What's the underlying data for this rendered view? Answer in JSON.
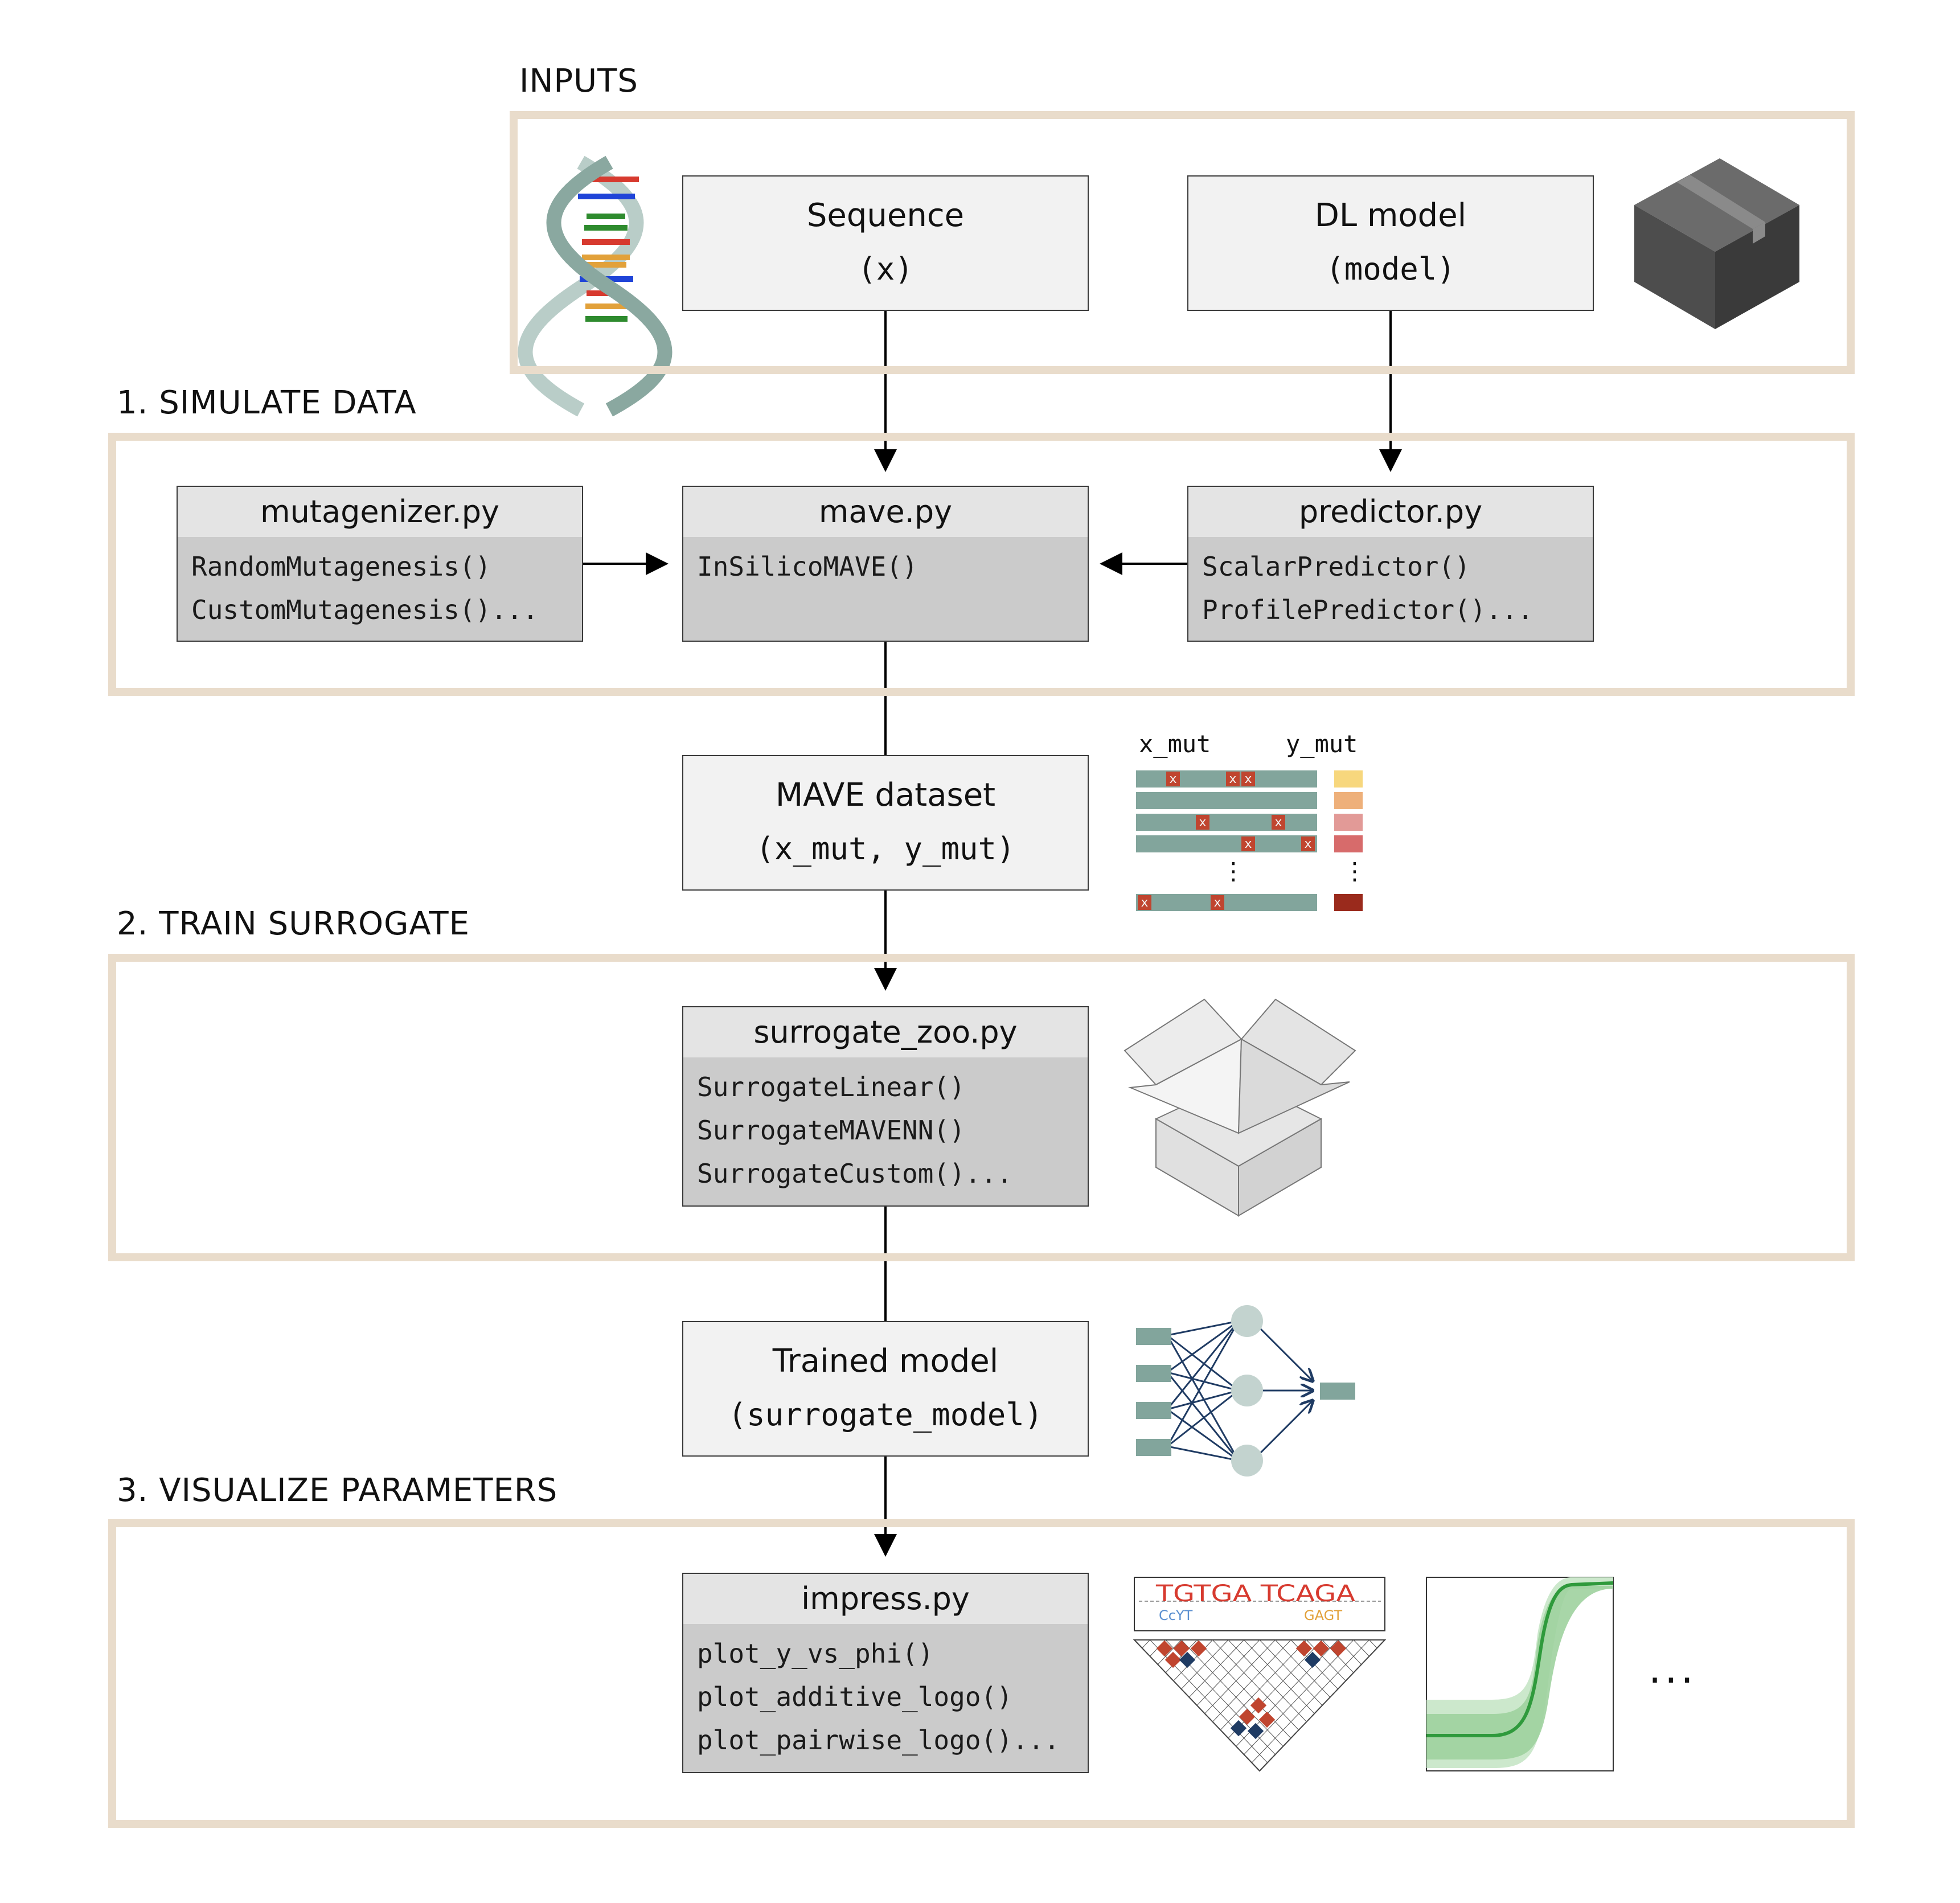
{
  "sections": {
    "inputs": "INPUTS",
    "simulate": "1.  SIMULATE DATA",
    "train": "2.  TRAIN SURROGATE",
    "visualize": "3.  VISUALIZE PARAMETERS"
  },
  "nodes": {
    "sequence": {
      "title": "Sequence",
      "code": "(x)"
    },
    "dl_model": {
      "title": "DL model",
      "code": "(model)"
    },
    "mave_dataset": {
      "title": "MAVE dataset",
      "code": "(x_mut, y_mut)"
    },
    "trained_model": {
      "title": "Trained model",
      "code": "(surrogate_model)"
    }
  },
  "modules": {
    "mutagenizer": {
      "name": "mutagenizer.py",
      "functions": [
        "RandomMutagenesis()",
        "CustomMutagenesis()..."
      ]
    },
    "mave": {
      "name": "mave.py",
      "functions": [
        "InSilicoMAVE()"
      ]
    },
    "predictor": {
      "name": "predictor.py",
      "functions": [
        "ScalarPredictor()",
        "ProfilePredictor()..."
      ]
    },
    "surrogate_zoo": {
      "name": "surrogate_zoo.py",
      "functions": [
        "SurrogateLinear()",
        "SurrogateMAVENN()",
        "SurrogateCustom()..."
      ]
    },
    "impress": {
      "name": "impress.py",
      "functions": [
        "plot_y_vs_phi()",
        "plot_additive_logo()",
        "plot_pairwise_logo()..."
      ]
    }
  },
  "dataset_illustration": {
    "x_label": "x_mut",
    "y_label": "y_mut",
    "mutation_mark": "x",
    "ellipsis": "⋮"
  },
  "logo_letters": "TGTGA TCAGA",
  "more": "...",
  "colors": {
    "frame": "#e9dccb",
    "node_fill": "#f2f2f2",
    "module_head": "#e4e4e4",
    "module_body": "#cbcbcb",
    "seq_bar": "#82a59c",
    "mutation": "#c0452f",
    "network_edge": "#1f3b63",
    "sigmoid": "#2f9a3c"
  },
  "icons": [
    "dna-helix-icon",
    "dark-box-icon",
    "open-box-icon",
    "neural-network-icon",
    "pairwise-logo-icon",
    "sigmoid-plot-icon"
  ]
}
